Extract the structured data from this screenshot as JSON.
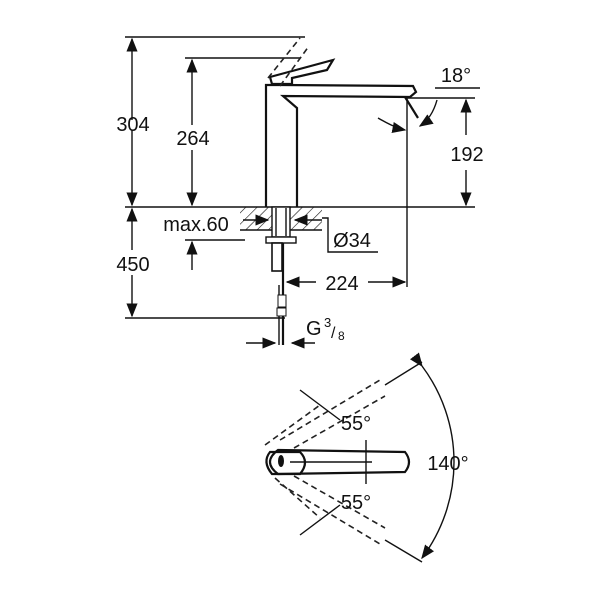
{
  "drawing": {
    "dimensions": {
      "total_height": "304",
      "spout_height": "264",
      "outlet_height": "192",
      "outlet_angle": "18°",
      "max_thickness": "max.60",
      "hole_diameter": "Ø34",
      "hose_length": "450",
      "reach": "224",
      "thread_main": "G",
      "thread_num": "3",
      "thread_den": "8"
    },
    "top_view": {
      "angle_up": "55°",
      "angle_down": "55°",
      "total_angle": "140°"
    }
  }
}
